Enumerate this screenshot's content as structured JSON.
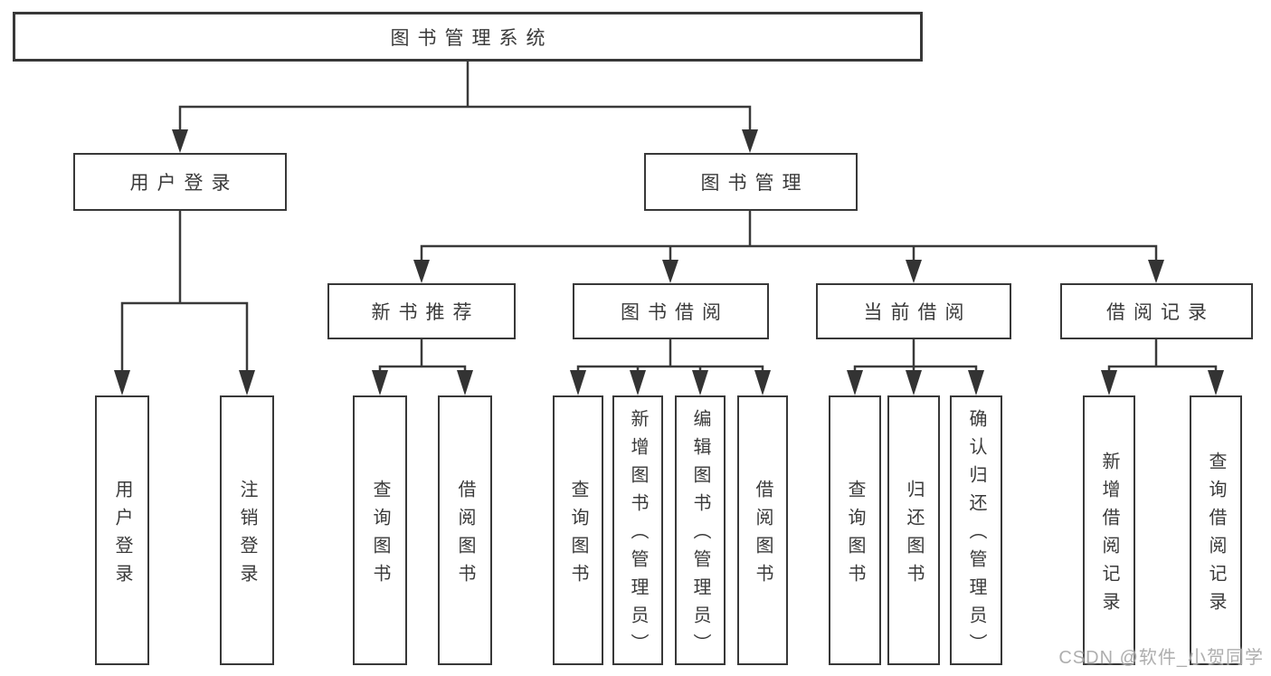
{
  "tree": {
    "label": "图书管理系统",
    "children": [
      {
        "label": "用户登录",
        "children": [
          {
            "label": "用户登录"
          },
          {
            "label": "注销登录"
          }
        ]
      },
      {
        "label": "图书管理",
        "children": [
          {
            "label": "新书推荐",
            "children": [
              {
                "label": "查询图书"
              },
              {
                "label": "借阅图书"
              }
            ]
          },
          {
            "label": "图书借阅",
            "children": [
              {
                "label": "查询图书"
              },
              {
                "label": "新增图书（管理员）"
              },
              {
                "label": "编辑图书（管理员）"
              },
              {
                "label": "借阅图书"
              }
            ]
          },
          {
            "label": "当前借阅",
            "children": [
              {
                "label": "查询图书"
              },
              {
                "label": "归还图书"
              },
              {
                "label": "确认归还（管理员）"
              }
            ]
          },
          {
            "label": "借阅记录",
            "children": [
              {
                "label": "新增借阅记录"
              },
              {
                "label": "查询借阅记录"
              }
            ]
          }
        ]
      }
    ]
  },
  "watermark": "CSDN @软件_小贺同学",
  "colors": {
    "line": "#3a3a3a",
    "box_border": "#383838",
    "text": "#3a3a3a",
    "watermark": "#aaaaaa",
    "background": "#ffffff"
  }
}
